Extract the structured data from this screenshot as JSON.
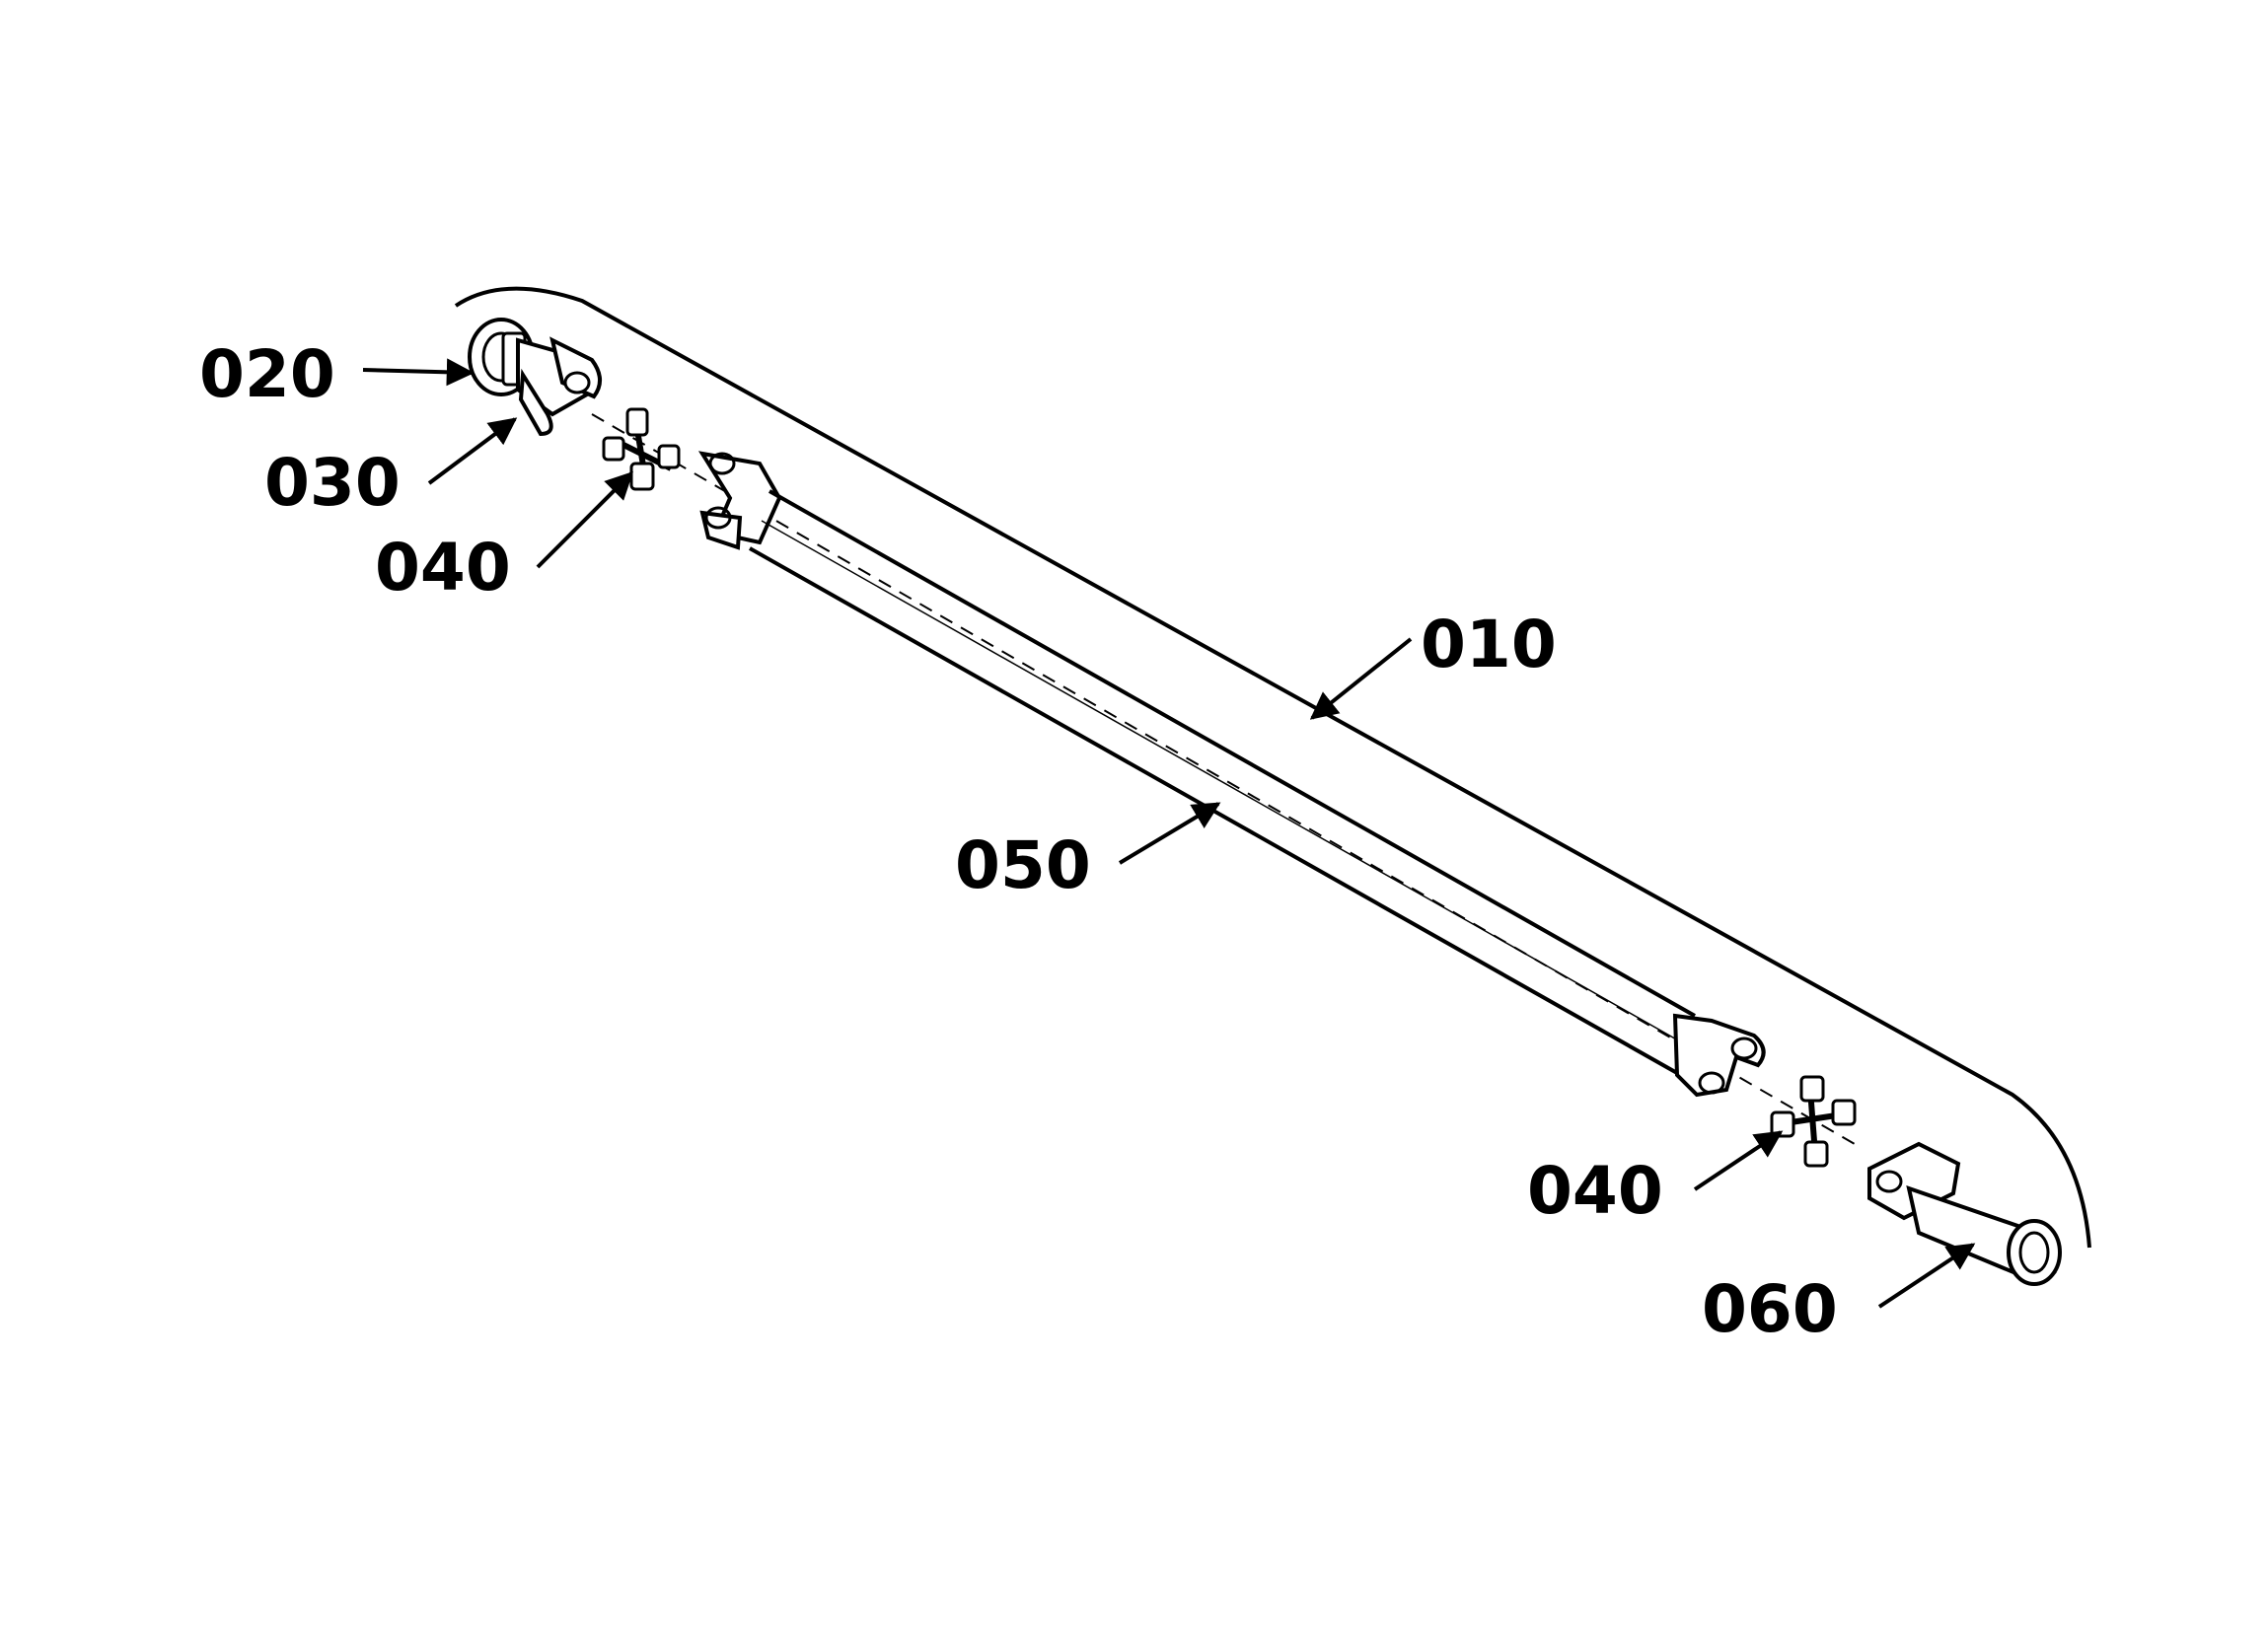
{
  "diagram": {
    "callouts": [
      {
        "id": "c010",
        "label": "010"
      },
      {
        "id": "c020",
        "label": "020"
      },
      {
        "id": "c030",
        "label": "030"
      },
      {
        "id": "c040a",
        "label": "040"
      },
      {
        "id": "c040b",
        "label": "040"
      },
      {
        "id": "c050",
        "label": "050"
      },
      {
        "id": "c060",
        "label": "060"
      }
    ],
    "colors": {
      "ink": "#000000",
      "background": "#ffffff"
    }
  }
}
